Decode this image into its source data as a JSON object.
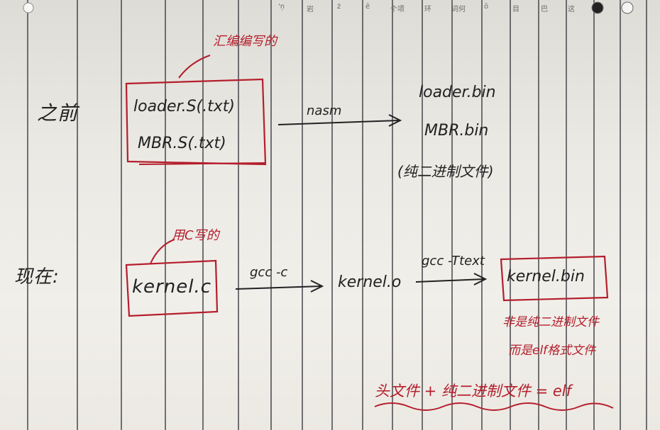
{
  "top_strip": {
    "chars": [
      "'ņ",
      "岩",
      "ż",
      "ē",
      "个项",
      "环",
      "词何",
      "ō",
      "目",
      "巴",
      "这"
    ]
  },
  "before_section": {
    "label": "之前",
    "annotation": "汇编编写的",
    "source_file_1": "loader.S(.txt)",
    "source_file_2": "MBR.S(.txt)",
    "tool": "nasm",
    "output_file_1": "loader.bin",
    "output_file_2": "MBR.bin",
    "output_note": "(纯二进制文件)"
  },
  "now_section": {
    "label": "现在:",
    "annotation": "用C写的",
    "source_file": "kernel.c",
    "compile_cmd": "gcc -c",
    "object_file": "kernel.o",
    "link_cmd": "gcc -Ttext",
    "output_file": "kernel.bin",
    "note_line_1": "非是纯二进制文件",
    "note_line_2": "而是elf格式文件",
    "equation": "头文件 + 纯二进制文件 = elf"
  },
  "colors": {
    "ink_black": "#222222",
    "ink_red": "#b41e2c",
    "paper": "#ebe9e4",
    "rule_line": "#46464b"
  }
}
